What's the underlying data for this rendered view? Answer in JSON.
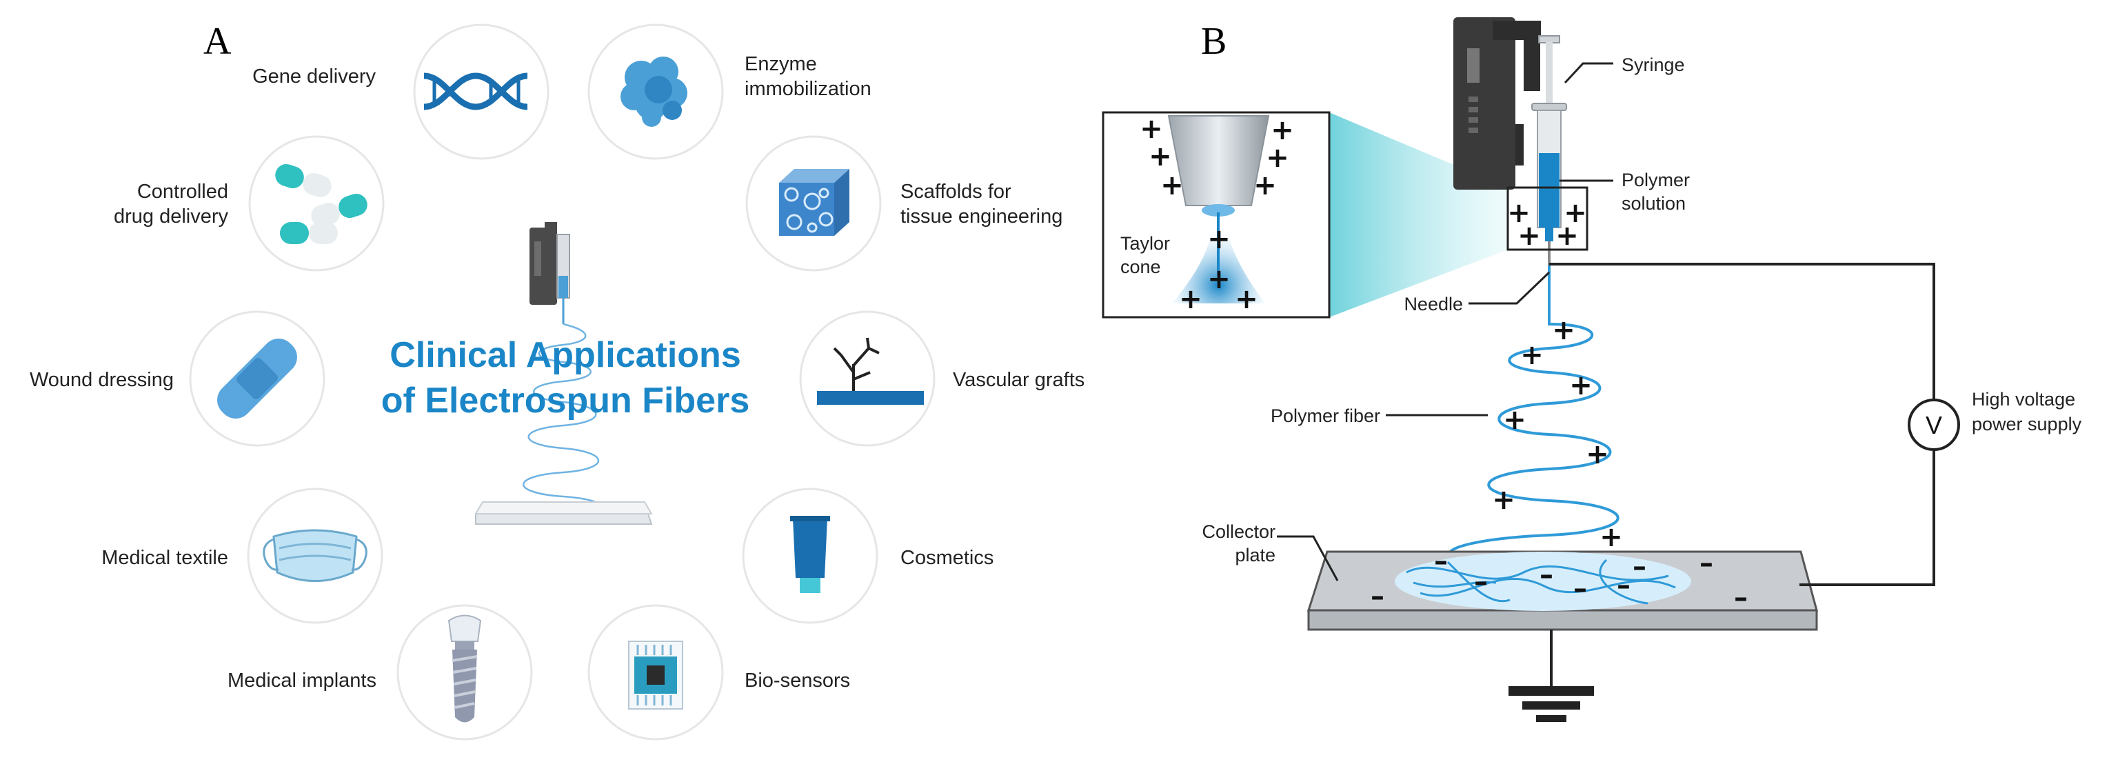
{
  "panel_a": {
    "letter": "A",
    "title_line1": "Clinical Applications",
    "title_line2": "of Electrospun Fibers",
    "applications": [
      {
        "lines": [
          "Gene delivery"
        ],
        "icon": "dna-helix-icon"
      },
      {
        "lines": [
          "Enzyme",
          "immobilization"
        ],
        "icon": "protein-icon"
      },
      {
        "lines": [
          "Controlled",
          "drug delivery"
        ],
        "icon": "capsules-icon"
      },
      {
        "lines": [
          "Scaffolds for",
          "tissue engineering"
        ],
        "icon": "porous-scaffold-icon"
      },
      {
        "lines": [
          "Wound dressing"
        ],
        "icon": "bandage-icon"
      },
      {
        "lines": [
          "Vascular grafts"
        ],
        "icon": "vessel-tree-icon"
      },
      {
        "lines": [
          "Medical textile"
        ],
        "icon": "face-mask-icon"
      },
      {
        "lines": [
          "Cosmetics"
        ],
        "icon": "cream-tube-icon"
      },
      {
        "lines": [
          "Medical implants"
        ],
        "icon": "dental-implant-icon"
      },
      {
        "lines": [
          "Bio-sensors"
        ],
        "icon": "biosensor-chip-icon"
      }
    ]
  },
  "panel_b": {
    "letter": "B",
    "labels": {
      "syringe": "Syringe",
      "polymer_solution_1": "Polymer",
      "polymer_solution_2": "solution",
      "taylor_cone_1": "Taylor",
      "taylor_cone_2": "cone",
      "needle": "Needle",
      "polymer_fiber": "Polymer fiber",
      "collector_1": "Collector",
      "collector_2": "plate",
      "power_1": "High voltage",
      "power_2": "power supply",
      "voltage_symbol": "V"
    },
    "plus_sign": "+",
    "minus_sign": "–"
  },
  "colors": {
    "accent_blue": "#1a86c7",
    "light_blue": "#5aaee0",
    "cyan": "#3ec6c8",
    "dark_gray": "#3a3a3a"
  }
}
